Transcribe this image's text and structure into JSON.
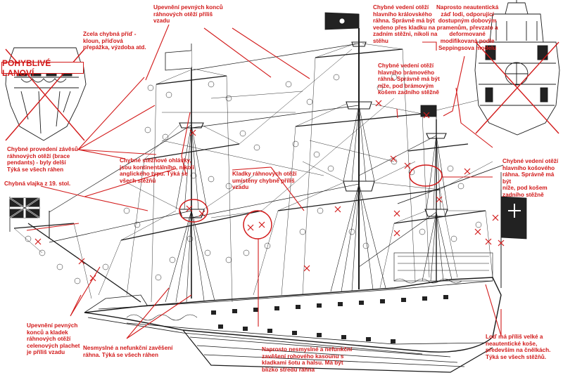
{
  "title": "POHYBLIVÉ LANOVÍ",
  "colors": {
    "accent": "#d21a1a",
    "ink": "#1a1a1a"
  },
  "annotations": [
    {
      "id": "pennant-hoist",
      "text": "Upevnění pevných konců\nráhnových otěží příliš\nvzadu"
    },
    {
      "id": "bow-wrong",
      "text": "Zcela chybná příď -\nkloun, příďová\npřepážka, výzdoba atd."
    },
    {
      "id": "main-royal",
      "text": "Chybné vedení otěží\nhlavního královského\nráhna. Správně má být\nvedeno přes kladku na\nzadním stěžni, nikoli na\nstěhu"
    },
    {
      "id": "stern-unauthentic",
      "text": "Naprosto neautentická\nzáď lodi, odporující\ndostupným dobovým\npramenům, převzato a\ndeformované\nmodifikovaná podle\nSeppingsova modelu"
    },
    {
      "id": "topgallant",
      "text": "Chybné vedení otěží\nhlavního brámového\nráhna. Správně má být\nníže, pod brámovým\nkošem zadního stěžně"
    },
    {
      "id": "brace-pendants",
      "text": "Chybné provedení závěsů\nráhnových otěží (brace\npendants) - byly delší\nTýká se všech ráhen"
    },
    {
      "id": "shrouds",
      "text": "Chybné stěžňové ohlávky,\njsou kontinentálního, nikoli\nanglického typu. Týká se\nvšech stěžňů"
    },
    {
      "id": "brace-blocks",
      "text": "Kladky ráhnových otěží\numístěny chybně příliš\nvzadu"
    },
    {
      "id": "mizzen-yard",
      "text": "Chybné vedení otěží\nhlavního košového\nráhna. Správně má být\nníže, pod košem\nzadního stěžně"
    },
    {
      "id": "wrong-flag",
      "text": "Chybná vlajka z 19. stol."
    },
    {
      "id": "spritsail",
      "text": "Upevnění pevných\nkonců a kladek\nráhnových otěží\ncelenových plachet\nje příliš vzadu"
    },
    {
      "id": "nonfunctional",
      "text": "Nesmyslné a nefunkční zavěšení\nráhna. Týká se všech ráhen"
    },
    {
      "id": "clew-lines",
      "text": "Naprosto nesmyslné a nefunkční\nzavěšení rohového kasounu s\nkladkami šotu a halsu. Má být\nblízko středu ráhna"
    },
    {
      "id": "oversized-tops",
      "text": "Loď má příliš velké a\nneautentické koše,\npředevším na čnělkách.\nTýká se všech stěžňů."
    }
  ]
}
